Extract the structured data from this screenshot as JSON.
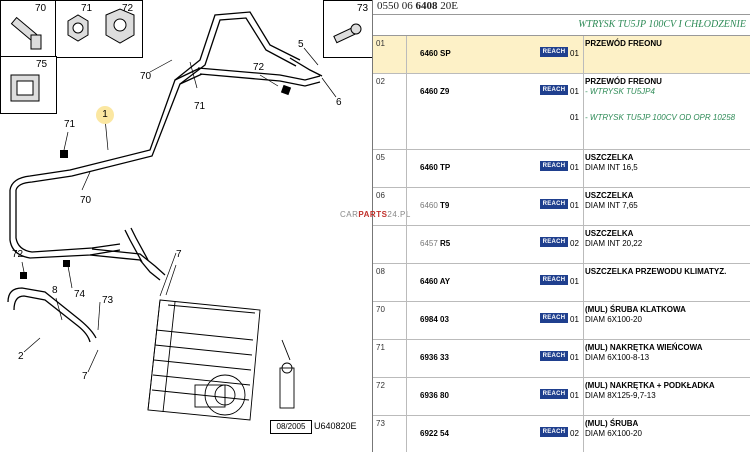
{
  "header": {
    "part_prefix": "0550 06",
    "part_bold": "6408",
    "part_suffix": "20E"
  },
  "group_title": "WTRYSK TU5JP 100CV I CHŁODZENIE",
  "diagram": {
    "date": "08/2005",
    "ref_code": "U640820E",
    "callouts": [
      "70",
      "71",
      "72",
      "73",
      "75",
      "1",
      "2",
      "5",
      "6",
      "7",
      "8",
      "74"
    ]
  },
  "rows": [
    {
      "ref": "01",
      "num": "6460 SP",
      "num_dim": "",
      "reach": "REACH",
      "qty": "01",
      "title": "PRZEWÓD FREONU",
      "variants": [],
      "selected": true
    },
    {
      "ref": "02",
      "num": "6460 Z9",
      "num_dim": "",
      "reach": "REACH",
      "qty": "",
      "title": "PRZEWÓD FREONU",
      "variants": [
        {
          "qty": "01",
          "text": "- WTRYSK TU5JP4"
        },
        {
          "qty": "01",
          "text": "- WTRYSK TU5JP 100CV OD OPR 10258"
        }
      ],
      "selected": false
    },
    {
      "ref": "05",
      "num": "6460 TP",
      "num_dim": "",
      "reach": "REACH",
      "qty": "01",
      "title": "USZCZELKA",
      "desc": "DIAM INT 16,5",
      "variants": [],
      "selected": false
    },
    {
      "ref": "06",
      "num": "T9",
      "num_dim": "6460",
      "reach": "REACH",
      "qty": "01",
      "title": "USZCZELKA",
      "desc": "DIAM INT 7,65",
      "variants": [],
      "selected": false
    },
    {
      "ref": "",
      "num": "R5",
      "num_dim": "6457",
      "reach": "REACH",
      "qty": "02",
      "title": "USZCZELKA",
      "desc": "DIAM INT 20,22",
      "variants": [],
      "selected": false
    },
    {
      "ref": "08",
      "num": "6460 AY",
      "num_dim": "",
      "reach": "REACH",
      "qty": "01",
      "title": "USZCZELKA PRZEWODU KLIMATYZ.",
      "variants": [],
      "selected": false
    },
    {
      "ref": "70",
      "num": "6984 03",
      "num_dim": "",
      "reach": "REACH",
      "qty": "01",
      "title": "(MUL) ŚRUBA KLATKOWA",
      "desc": "DIAM 6X100-20",
      "variants": [],
      "selected": false
    },
    {
      "ref": "71",
      "num": "6936 33",
      "num_dim": "",
      "reach": "REACH",
      "qty": "01",
      "title": "(MUL) NAKRĘTKA WIEŃCOWA",
      "desc": "DIAM 6X100-8-13",
      "variants": [],
      "selected": false
    },
    {
      "ref": "72",
      "num": "6936 80",
      "num_dim": "",
      "reach": "REACH",
      "qty": "01",
      "title": "(MUL) NAKRĘTKA + PODKŁADKA",
      "desc": "DIAM 8X125-9,7-13",
      "variants": [],
      "selected": false
    },
    {
      "ref": "73",
      "num": "6922 54",
      "num_dim": "",
      "reach": "REACH",
      "qty": "02",
      "title": "(MUL) ŚRUBA",
      "desc": "DIAM 6X100-20",
      "variants": [],
      "selected": false
    }
  ],
  "watermark": {
    "a": "CAR",
    "b": "PARTS",
    "c": "24.PL"
  }
}
